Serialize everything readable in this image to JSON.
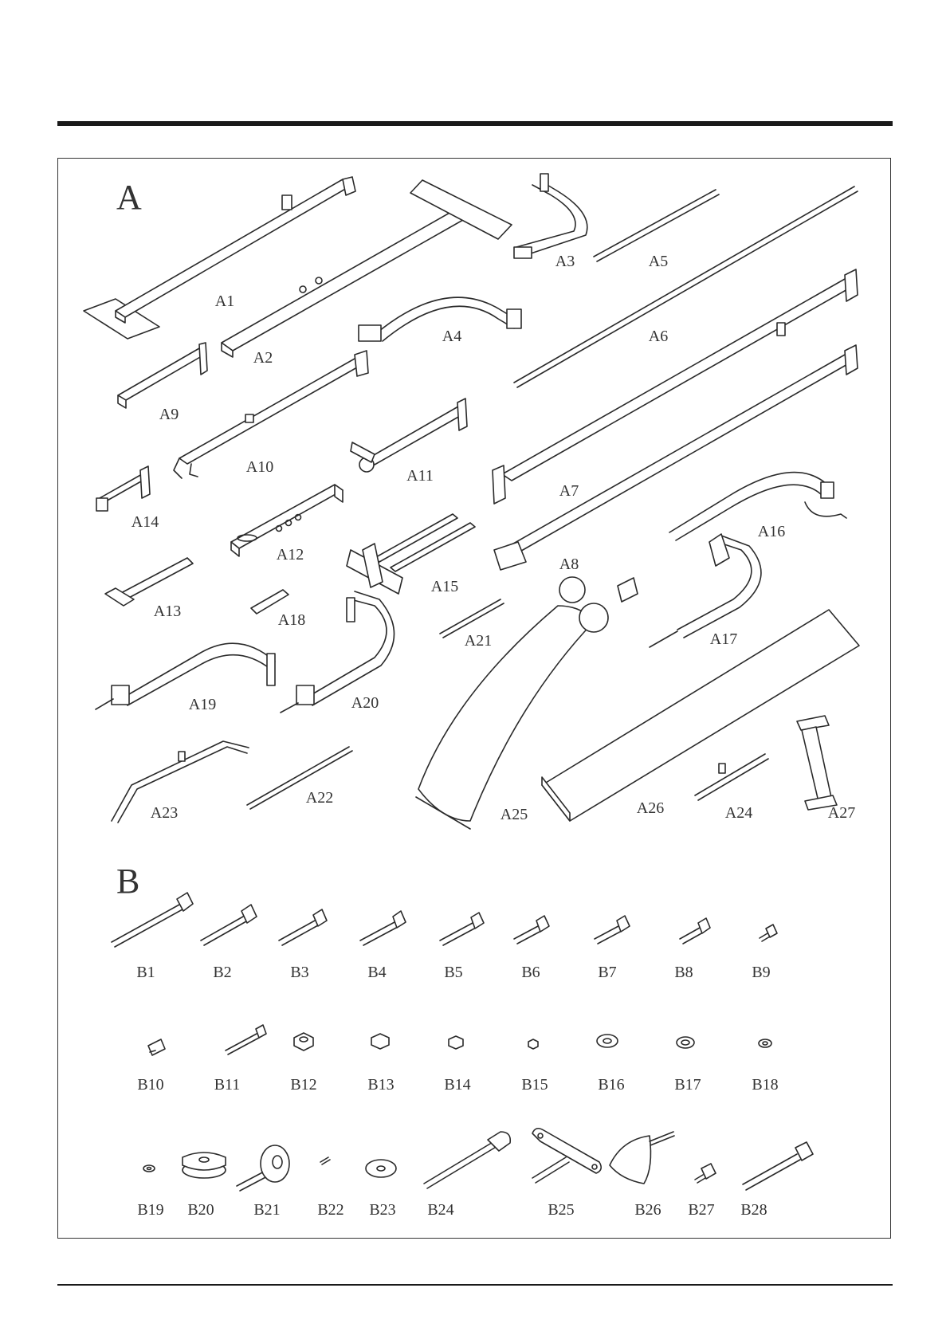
{
  "sections": {
    "a_title": "A",
    "b_title": "B"
  },
  "parts_a": [
    "A1",
    "A2",
    "A3",
    "A4",
    "A5",
    "A6",
    "A7",
    "A8",
    "A9",
    "A10",
    "A11",
    "A12",
    "A13",
    "A14",
    "A15",
    "A16",
    "A17",
    "A18",
    "A19",
    "A20",
    "A21",
    "A22",
    "A23",
    "A24",
    "A25",
    "A26",
    "A27"
  ],
  "parts_b": [
    "B1",
    "B2",
    "B3",
    "B4",
    "B5",
    "B6",
    "B7",
    "B8",
    "B9",
    "B10",
    "B11",
    "B12",
    "B13",
    "B14",
    "B15",
    "B16",
    "B17",
    "B18",
    "B19",
    "B20",
    "B21",
    "B22",
    "B23",
    "B24",
    "B25",
    "B26",
    "B27",
    "B28"
  ]
}
